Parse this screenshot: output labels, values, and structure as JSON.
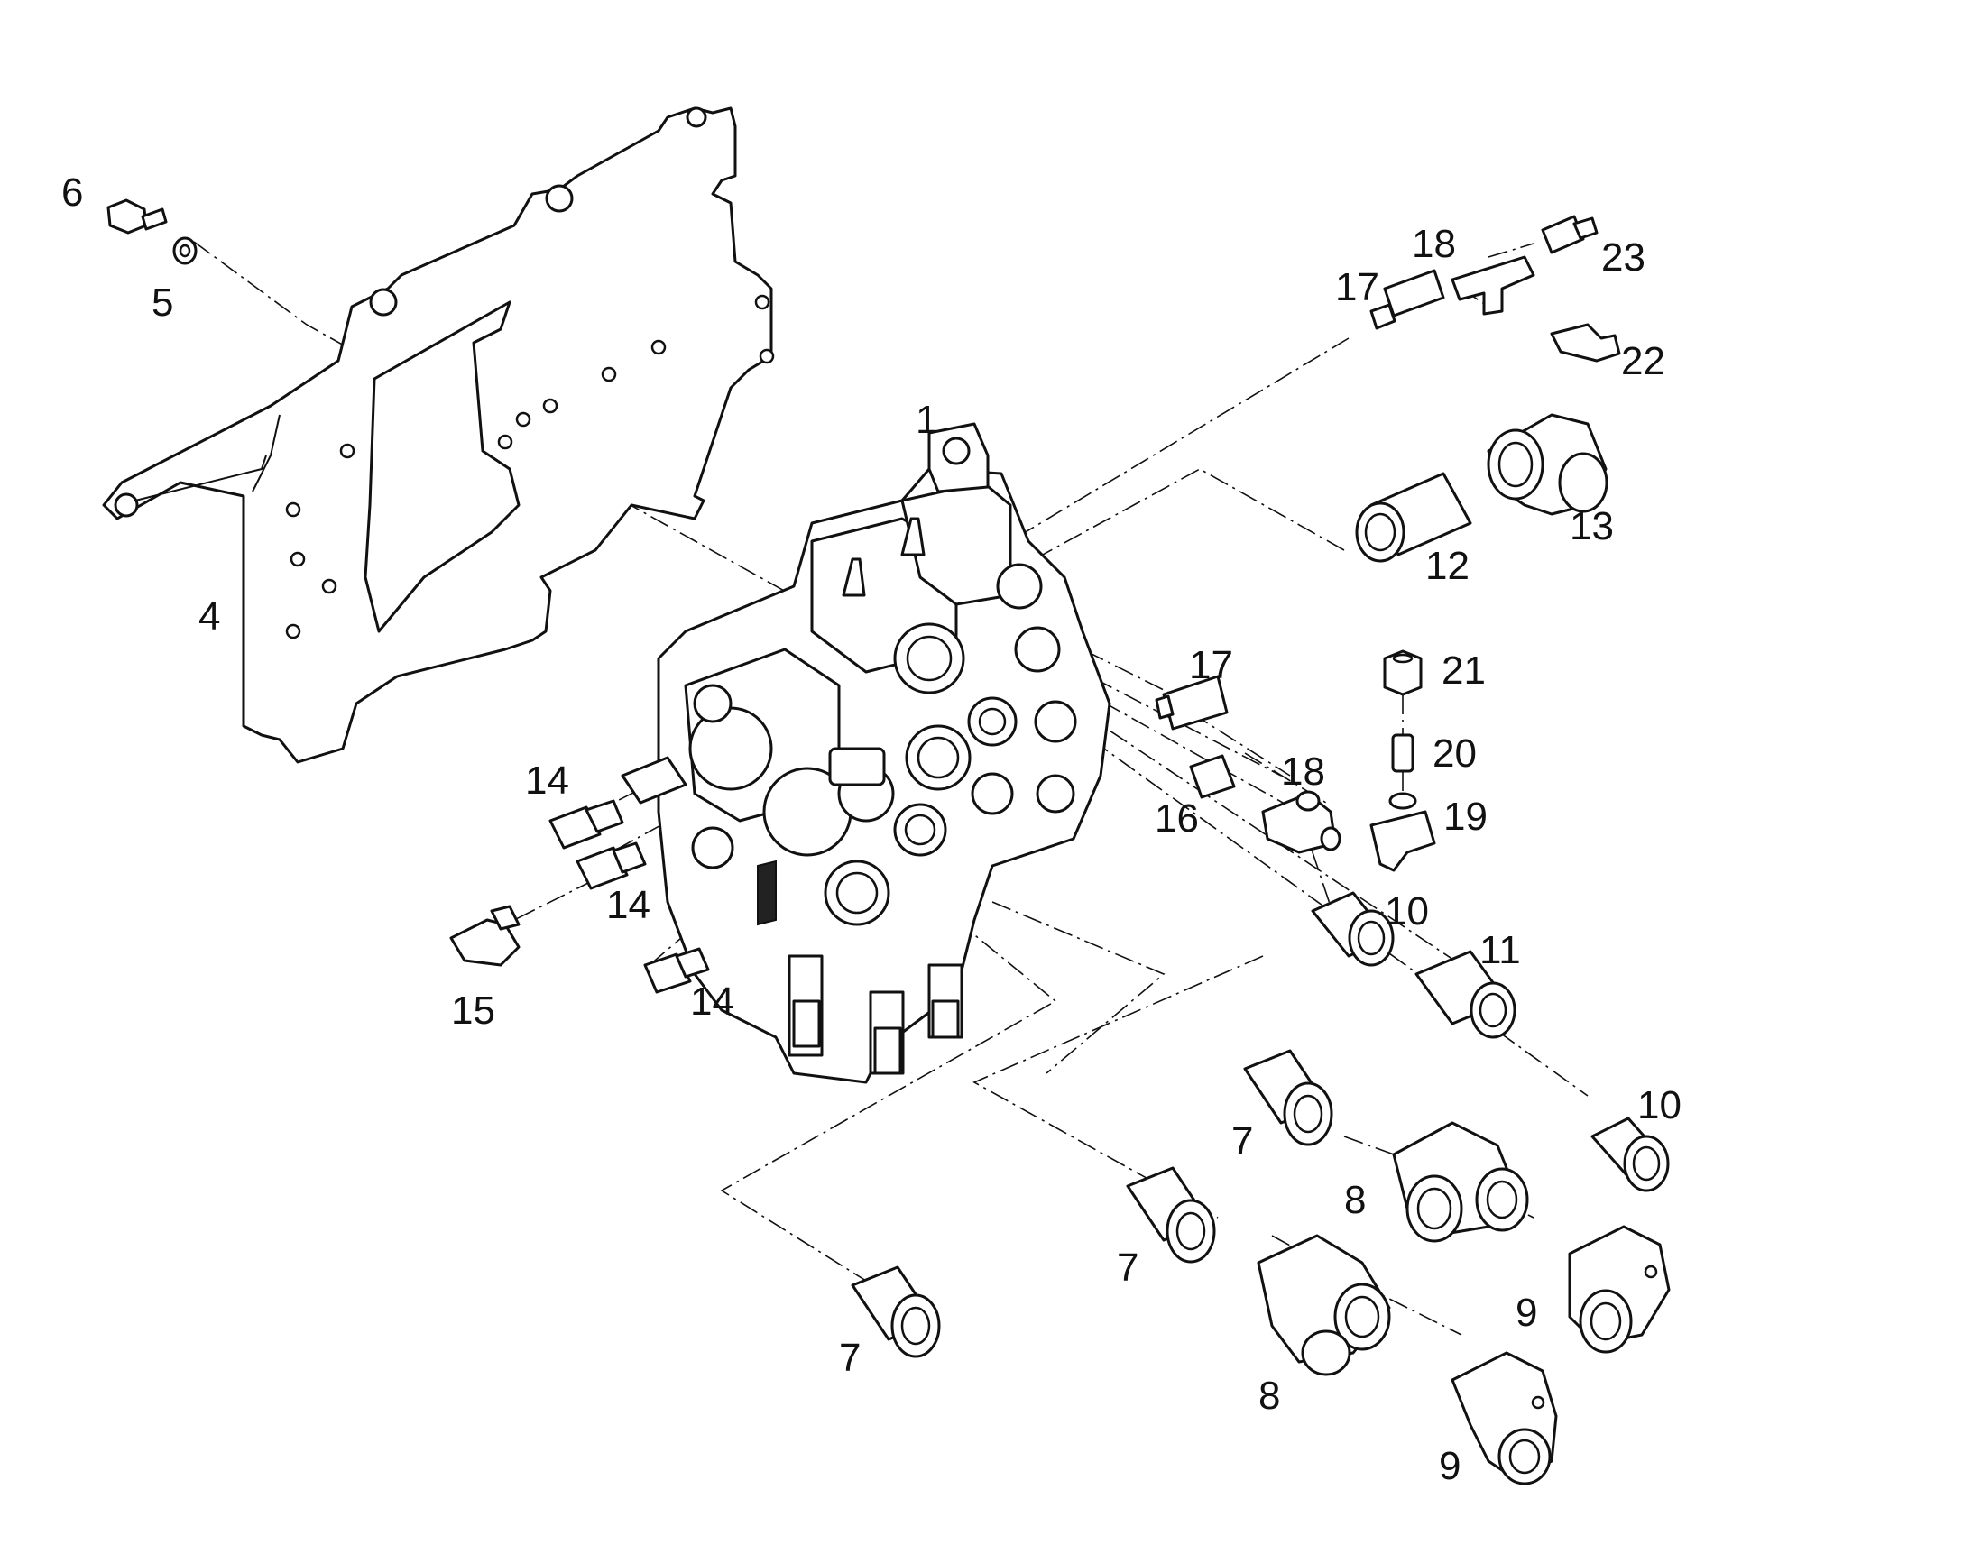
{
  "callouts": [
    {
      "id": "c1",
      "text": "1"
    },
    {
      "id": "c4",
      "text": "4"
    },
    {
      "id": "c5",
      "text": "5"
    },
    {
      "id": "c6",
      "text": "6"
    },
    {
      "id": "c7a",
      "text": "7"
    },
    {
      "id": "c7b",
      "text": "7"
    },
    {
      "id": "c7c",
      "text": "7"
    },
    {
      "id": "c8a",
      "text": "8"
    },
    {
      "id": "c8b",
      "text": "8"
    },
    {
      "id": "c9a",
      "text": "9"
    },
    {
      "id": "c9b",
      "text": "9"
    },
    {
      "id": "c10a",
      "text": "10"
    },
    {
      "id": "c10b",
      "text": "10"
    },
    {
      "id": "c11",
      "text": "11"
    },
    {
      "id": "c12",
      "text": "12"
    },
    {
      "id": "c13",
      "text": "13"
    },
    {
      "id": "c14a",
      "text": "14"
    },
    {
      "id": "c14b",
      "text": "14"
    },
    {
      "id": "c14c",
      "text": "14"
    },
    {
      "id": "c15",
      "text": "15"
    },
    {
      "id": "c16",
      "text": "16"
    },
    {
      "id": "c17a",
      "text": "17"
    },
    {
      "id": "c17b",
      "text": "17"
    },
    {
      "id": "c18a",
      "text": "18"
    },
    {
      "id": "c18b",
      "text": "18"
    },
    {
      "id": "c19",
      "text": "19"
    },
    {
      "id": "c20",
      "text": "20"
    },
    {
      "id": "c21",
      "text": "21"
    },
    {
      "id": "c22",
      "text": "22"
    },
    {
      "id": "c23",
      "text": "23"
    }
  ],
  "colors": {
    "line": "#111111",
    "background": "#ffffff"
  }
}
